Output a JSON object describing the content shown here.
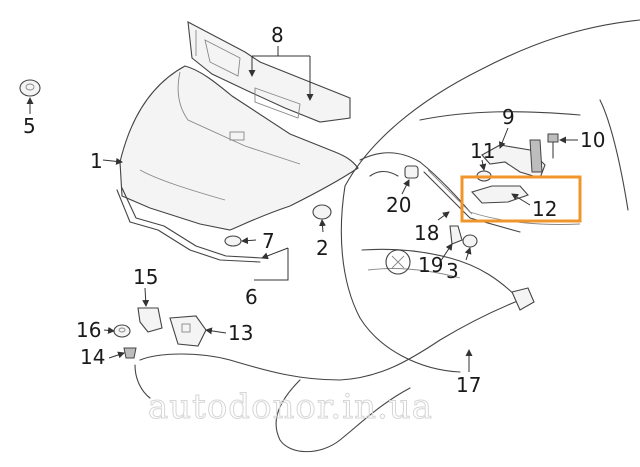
{
  "callouts": {
    "c1": "1",
    "c2": "2",
    "c3": "3",
    "c5": "5",
    "c6": "6",
    "c7": "7",
    "c8": "8",
    "c9": "9",
    "c10": "10",
    "c11": "11",
    "c12": "12",
    "c13": "13",
    "c14": "14",
    "c15": "15",
    "c16": "16",
    "c17": "17",
    "c18": "18",
    "c19": "19",
    "c20": "20"
  },
  "watermark": "autodonor.in.ua",
  "colors": {
    "highlight": "#f0942c",
    "line": "#444444",
    "text": "#1a1a1a"
  }
}
